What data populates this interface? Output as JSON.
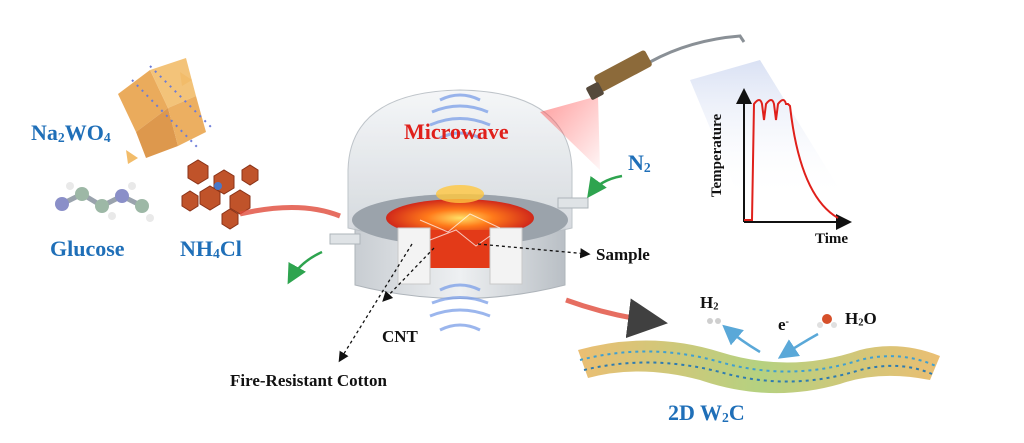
{
  "labels": {
    "na2wo4": {
      "main": "Na",
      "sub1": "2",
      "mid": "WO",
      "sub2": "4"
    },
    "glucose": "Glucose",
    "nh4cl": {
      "main": "NH",
      "sub": "4",
      "tail": "Cl"
    },
    "microwave": "Microwave",
    "n2": {
      "main": "N",
      "sub": "2"
    },
    "sample": "Sample",
    "cnt": "CNT",
    "cotton": "Fire-Resistant Cotton",
    "h2": {
      "main": "H",
      "sub": "2"
    },
    "h2o": {
      "main": "H",
      "sub": "2",
      "tail": "O"
    },
    "electron": {
      "main": "e",
      "sup": "-"
    },
    "product": {
      "prefix": "2D W",
      "sub": "2",
      "tail": "C"
    },
    "graph": {
      "ylabel": "Temperature",
      "xlabel": "Time"
    }
  },
  "colors": {
    "label_blue": "#1f6fb8",
    "microwave_red": "#e0201b",
    "arrow_green": "#2ea44f",
    "arrow_red": "#e04a3a",
    "curve_red": "#e0201b"
  },
  "icons": [
    "crystal-structure-icon",
    "glucose-molecule-icon",
    "nh4cl-crystal-icon",
    "microwave-reactor-icon",
    "ir-thermometer-icon",
    "temperature-graph-icon",
    "w2c-sheet-icon"
  ]
}
